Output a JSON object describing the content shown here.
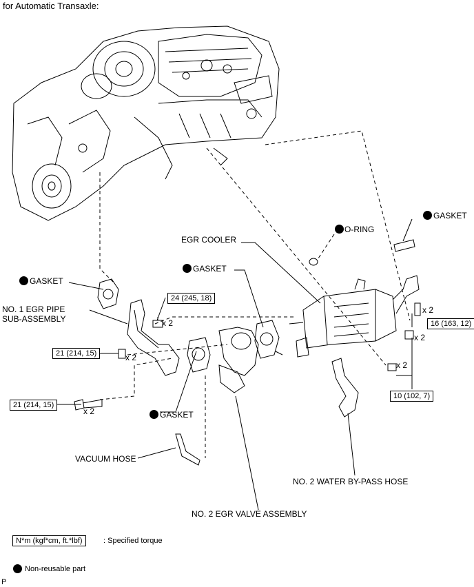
{
  "header": {
    "title": "for Automatic Transaxle:"
  },
  "labels": {
    "gasket_top_right": "GASKET",
    "o_ring": "O-RING",
    "egr_cooler": "EGR COOLER",
    "gasket_center": "GASKET",
    "gasket_left": "GASKET",
    "egr_pipe_line1": "NO. 1 EGR PIPE",
    "egr_pipe_line2": "SUB-ASSEMBLY",
    "gasket_lower": "GASKET",
    "vacuum_hose": "VACUUM HOSE",
    "water_bypass_hose": "NO. 2 WATER BY-PASS HOSE",
    "egr_valve_assembly": "NO. 2 EGR VALVE ASSEMBLY"
  },
  "torques": {
    "t24": "24 (245, 18)",
    "t21a": "21 (214, 15)",
    "t21b": "21 (214, 15)",
    "t16": "16 (163, 12)",
    "t10": "10 (102, 7)"
  },
  "quantities": {
    "q1": "x 2",
    "q2": "x 2",
    "q3": "x 2",
    "q4": "x 2",
    "q5": "x 2",
    "q6": "x 2"
  },
  "legend": {
    "torque_box": "N*m (kgf*cm, ft.*lbf)",
    "torque_desc": ": Specified torque",
    "nonreusable_desc": "Non-reusable part"
  },
  "footer": {
    "code": "P"
  }
}
